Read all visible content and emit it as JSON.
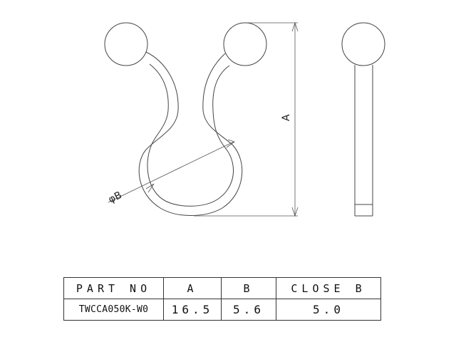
{
  "drawing": {
    "dim_a_label": "A",
    "dim_b_label": "φB"
  },
  "table": {
    "headers": [
      "PART NO",
      "A",
      "B",
      "CLOSE B"
    ],
    "rows": [
      [
        "TWCCA050K-W0",
        "16.5",
        "5.6",
        "5.0"
      ]
    ]
  }
}
